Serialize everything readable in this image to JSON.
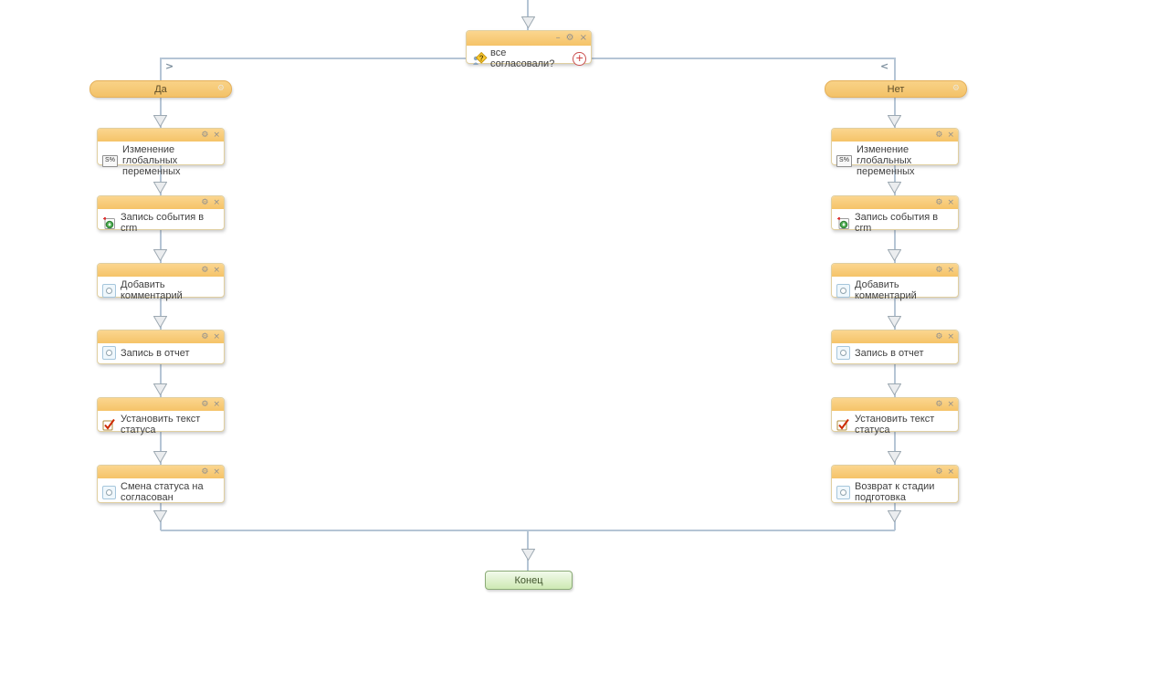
{
  "icons": {
    "gear": "⚙",
    "close": "×",
    "minimize": "–",
    "plus": "+",
    "chevron_right": ">",
    "chevron_left": "<",
    "variables_label": "S%"
  },
  "condition": {
    "title": "все согласовали?"
  },
  "branches": [
    {
      "label": "Да",
      "blocks": [
        {
          "title": "Изменение глобальных переменных"
        },
        {
          "title": "Запись события в crm"
        },
        {
          "title": "Добавить комментарий"
        },
        {
          "title": "Запись в отчет"
        },
        {
          "title": "Установить текст статуса"
        },
        {
          "title": "Смена статуса на согласован"
        }
      ]
    },
    {
      "label": "Нет",
      "blocks": [
        {
          "title": "Изменение глобальных переменных"
        },
        {
          "title": "Запись события в crm"
        },
        {
          "title": "Добавить комментарий"
        },
        {
          "title": "Запись в отчет"
        },
        {
          "title": "Установить текст статуса"
        },
        {
          "title": "Возврат к стадии подготовка"
        }
      ]
    }
  ],
  "end": {
    "label": "Конец"
  },
  "colors": {
    "connector": "#b5c5d5",
    "block_header": "#f7c872",
    "branch_bar": "#f6cb7a",
    "end_green": "#cde9b2",
    "plus_red": "#cc3333"
  }
}
